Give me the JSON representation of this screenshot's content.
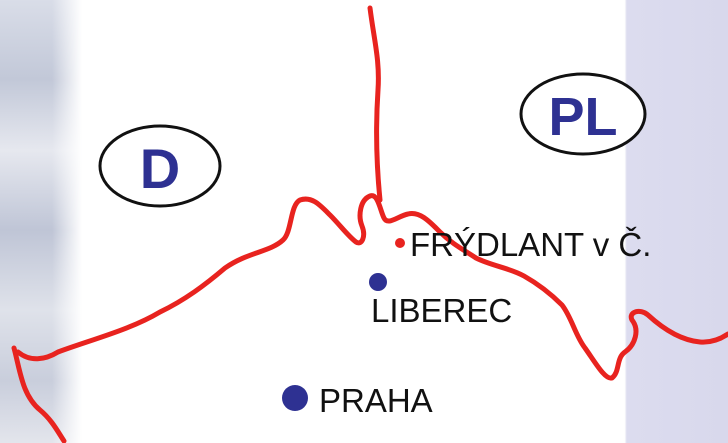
{
  "countries": {
    "germany": "D",
    "poland": "PL"
  },
  "cities": {
    "frydlant": "FRÝDLANT v Č.",
    "liberec": "LIBEREC",
    "praha": "PRAHA"
  },
  "colors": {
    "border": "#e8231f",
    "country_label": "#2e3192",
    "city_dot_major": "#2e3192",
    "city_dot_minor": "#e8231f",
    "city_text": "#111111"
  }
}
